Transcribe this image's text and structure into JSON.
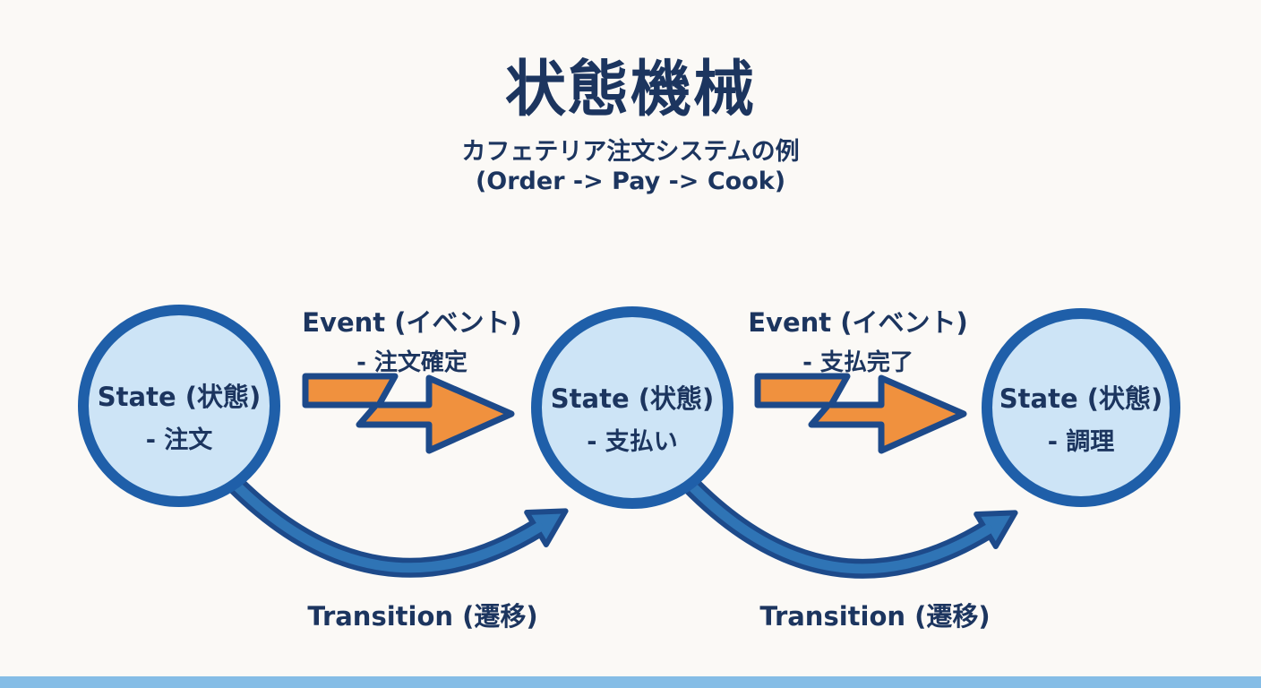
{
  "page": {
    "title": "状態機械",
    "subtitle": "カフェテリア注文システムの例",
    "flow_summary": "(Order -> Pay -> Cook)"
  },
  "states": [
    {
      "heading": "State (状態)",
      "value": "- 注文"
    },
    {
      "heading": "State (状態)",
      "value": "- 支払い"
    },
    {
      "heading": "State (状態)",
      "value": "- 調理"
    }
  ],
  "events": [
    {
      "heading": "Event (イベント)",
      "value": "- 注文確定"
    },
    {
      "heading": "Event (イベント)",
      "value": "- 支払完了"
    }
  ],
  "transitions": [
    {
      "label": "Transition (遷移)"
    },
    {
      "label": "Transition (遷移)"
    }
  ],
  "colors": {
    "background": "#fbf9f6",
    "text_navy": "#1c355f",
    "circle_fill": "#cde4f6",
    "circle_border": "#1f5fa9",
    "event_arrow_orange": "#f0913e",
    "arrow_outline_navy": "#1d4a8a",
    "transition_blue": "#2f74b5",
    "bottom_bar_blue": "#85bde6"
  }
}
